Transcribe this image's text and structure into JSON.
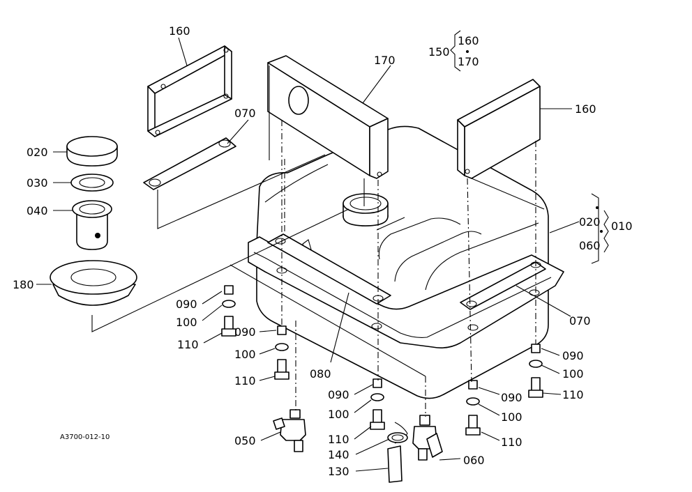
{
  "drawing_code": "A3700-012-10",
  "labels": {
    "p010": "010",
    "p020_cap": "020",
    "p020_set": "020",
    "p030": "030",
    "p040": "040",
    "p050": "050",
    "p060_set": "060",
    "p060_cock": "060",
    "p070_a": "070",
    "p070_b": "070",
    "p080": "080",
    "p090_a": "090",
    "p090_b": "090",
    "p090_c": "090",
    "p090_d": "090",
    "p090_e": "090",
    "p100_a": "100",
    "p100_b": "100",
    "p100_c": "100",
    "p100_d": "100",
    "p100_e": "100",
    "p110_a": "110",
    "p110_b": "110",
    "p110_c": "110",
    "p110_d": "110",
    "p110_e": "110",
    "p130": "130",
    "p140": "140",
    "p150": "150",
    "p150_160": "160",
    "p150_170": "170",
    "p160_a": "160",
    "p160_b": "160",
    "p170": "170",
    "p180": "180"
  }
}
